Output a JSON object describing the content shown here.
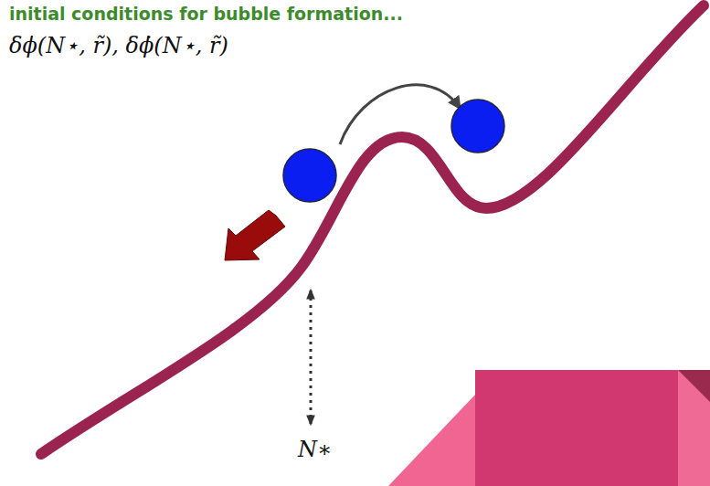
{
  "diagram": {
    "title": "initial conditions for bubble formation...",
    "labels": [
      "δϕ(N⋆, r̃), δϕ̇(N⋆, r̃)",
      "N∗"
    ]
  }
}
